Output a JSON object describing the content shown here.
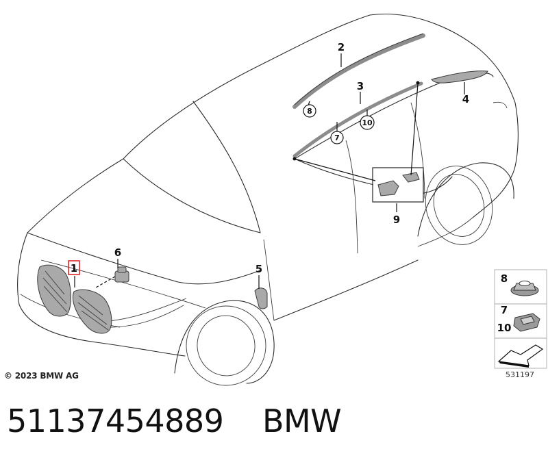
{
  "diagram": {
    "callouts": [
      {
        "id": "1",
        "label": "1",
        "highlighted": true
      },
      {
        "id": "2",
        "label": "2"
      },
      {
        "id": "3",
        "label": "3"
      },
      {
        "id": "4",
        "label": "4"
      },
      {
        "id": "5",
        "label": "5"
      },
      {
        "id": "6",
        "label": "6"
      },
      {
        "id": "7",
        "label": "7"
      },
      {
        "id": "8",
        "label": "8"
      },
      {
        "id": "9",
        "label": "9"
      },
      {
        "id": "10",
        "label": "10"
      }
    ],
    "legend": {
      "row1": "8",
      "row2a": "7",
      "row2b": "10"
    },
    "highlight_color": "#e0262b",
    "part_color": "#a9a9a9"
  },
  "footer": {
    "copyright": "© 2023 BMW AG",
    "image_number": "531197"
  },
  "caption": {
    "part_number": "51137454889",
    "brand": "BMW"
  }
}
